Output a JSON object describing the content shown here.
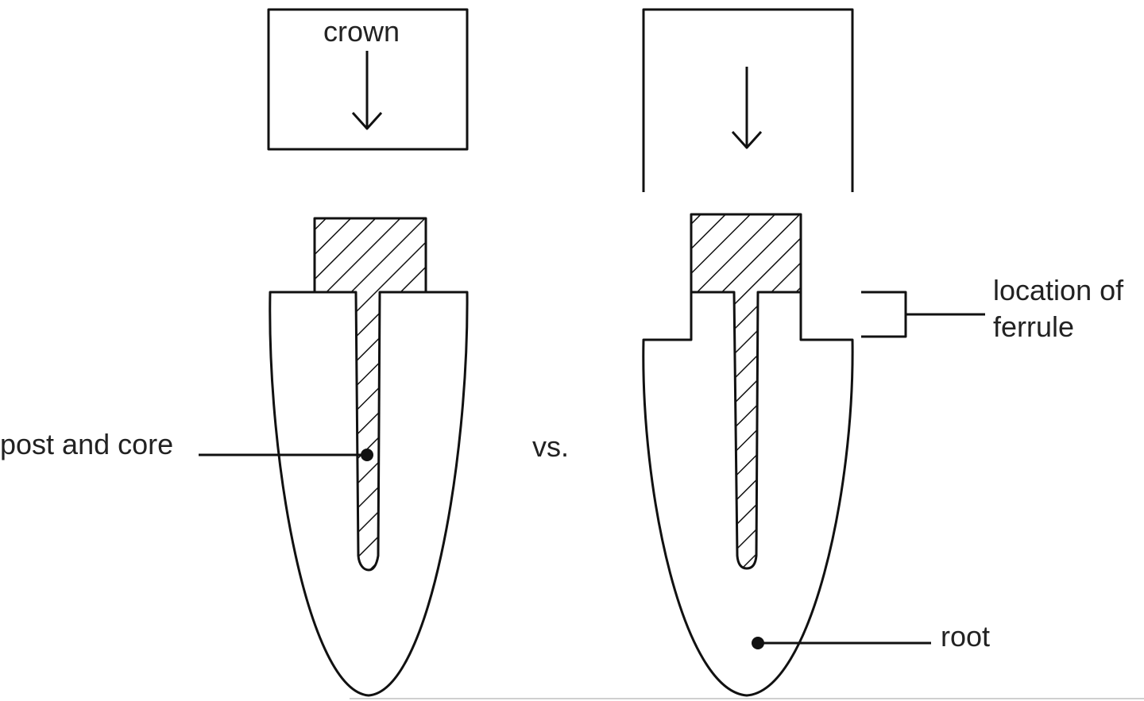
{
  "labels": {
    "crown": "crown",
    "post_and_core": "post and core",
    "vs": "vs.",
    "ferrule_line1": "location of",
    "ferrule_line2": "ferrule",
    "root": "root"
  }
}
